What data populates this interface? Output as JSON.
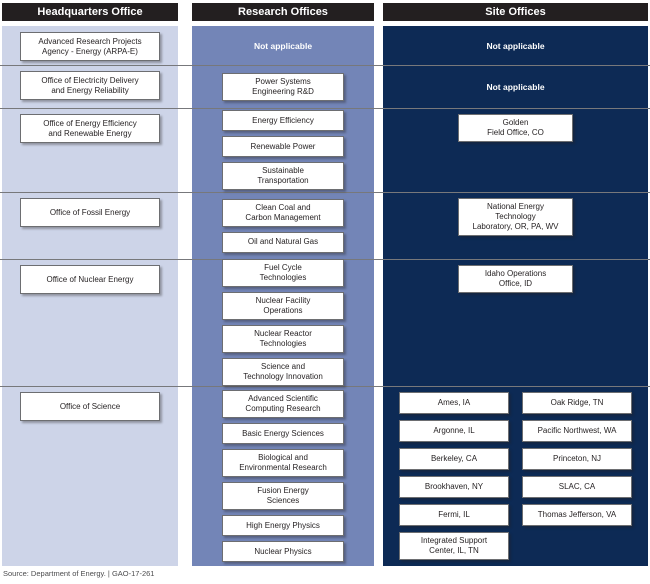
{
  "columns": {
    "headquarters": {
      "header": "Headquarters Office"
    },
    "research": {
      "header": "Research Offices"
    },
    "site": {
      "header": "Site Offices"
    }
  },
  "rows": [
    {
      "headquarters": "Advanced Research Projects\nAgency - Energy (ARPA-E)",
      "research_note": "Not applicable",
      "site_note": "Not applicable"
    },
    {
      "headquarters": "Office of Electricity Delivery\nand Energy Reliability",
      "research_offices": [
        "Power Systems\nEngineering R&D"
      ],
      "site_note": "Not applicable"
    },
    {
      "headquarters": "Office of Energy Efficiency\nand Renewable Energy",
      "research_offices": [
        "Energy Efficiency",
        "Renewable Power",
        "Sustainable\nTransportation"
      ],
      "site_offices": [
        "Golden\nField Office, CO"
      ]
    },
    {
      "headquarters": "Office of Fossil Energy",
      "research_offices": [
        "Clean Coal and\nCarbon Management",
        "Oil and Natural Gas"
      ],
      "site_offices": [
        "National Energy\nTechnology\nLaboratory, OR, PA, WV"
      ]
    },
    {
      "headquarters": "Office of Nuclear Energy",
      "research_offices": [
        "Fuel Cycle\nTechnologies",
        "Nuclear Facility\nOperations",
        "Nuclear Reactor\nTechnologies",
        "Science and\nTechnology Innovation"
      ],
      "site_offices": [
        "Idaho Operations\nOffice, ID"
      ]
    },
    {
      "headquarters": "Office of Science",
      "research_offices": [
        "Advanced Scientific\nComputing Research",
        "Basic Energy Sciences",
        "Biological and\nEnvironmental Research",
        "Fusion Energy\nSciences",
        "High Energy Physics",
        "Nuclear Physics"
      ],
      "site_offices": [
        "Ames, IA",
        "Oak Ridge, TN",
        "Argonne, IL",
        "Pacific Northwest, WA",
        "Berkeley, CA",
        "Princeton, NJ",
        "Brookhaven, NY",
        "SLAC, CA",
        "Fermi, IL",
        "Thomas Jefferson, VA",
        "Integrated Support\nCenter, IL, TN"
      ]
    }
  ],
  "footer": "Source: Department of Energy.  |  GAO-17-261",
  "colors": {
    "header_bg": "#231f20",
    "header_text": "#ffffff",
    "headquarters_column_bg": "#cdd4e8",
    "research_column_bg": "#7385b7",
    "site_column_bg": "#0d2a55",
    "box_bg": "#ffffff",
    "box_border": "#6d6e71",
    "box_text": "#231f20",
    "na_text": "#ffffff",
    "divider": "#77787b",
    "footer_text": "#4c4c4e"
  }
}
